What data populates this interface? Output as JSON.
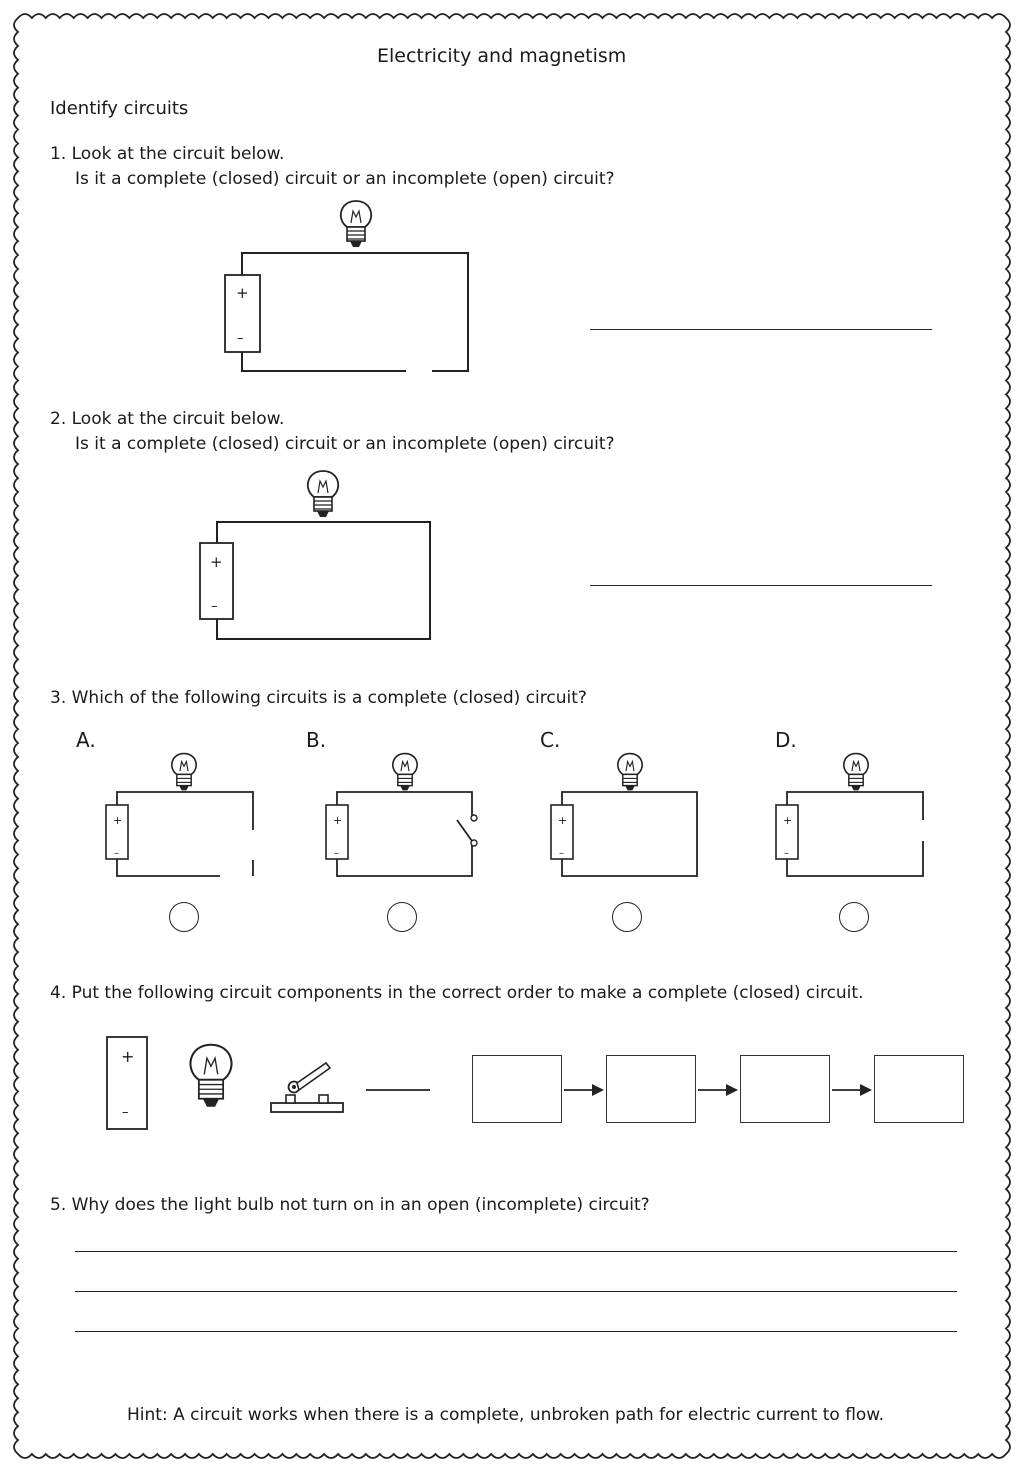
{
  "worksheet": {
    "title": "Electricity and magnetism",
    "section": "Identify circuits",
    "hint": "Hint: A circuit works when there is a complete, unbroken path for electric current to flow."
  },
  "questions": {
    "q1": {
      "line1": "1.  Look at the circuit below.",
      "line2": "Is it a complete (closed) circuit or an incomplete (open) circuit?"
    },
    "q2": {
      "line1": "2.  Look at the circuit below.",
      "line2": "Is it a complete (closed) circuit or an incomplete (open) circuit?"
    },
    "q3": {
      "text": "3.  Which of the following circuits is a complete (closed) circuit?",
      "options": [
        {
          "label": "A."
        },
        {
          "label": "B."
        },
        {
          "label": "C."
        },
        {
          "label": "D."
        }
      ]
    },
    "q4": {
      "text": "4.  Put the following circuit components in the correct order to make a complete (closed) circuit."
    },
    "q5": {
      "text": "5.  Why does the light bulb not turn on in an open (incomplete) circuit?"
    }
  },
  "battery": {
    "plus": "+",
    "minus": "–"
  }
}
